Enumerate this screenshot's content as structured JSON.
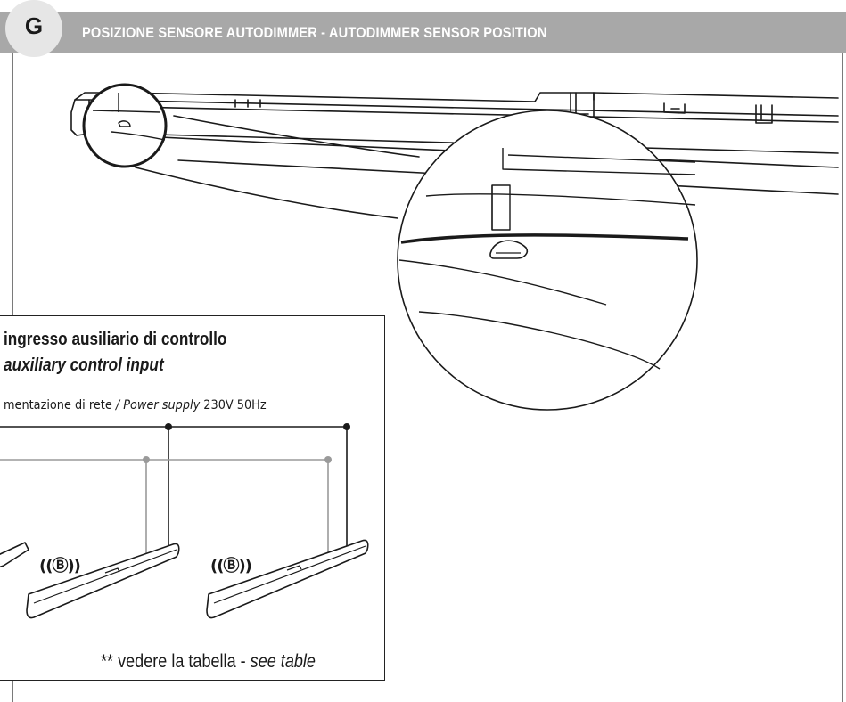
{
  "header": {
    "section_letter": "G",
    "title": "POSIZIONE SENSORE AUTODIMMER - AUTODIMMER SENSOR POSITION"
  },
  "panel": {
    "title_it": "ingresso ausiliario di controllo",
    "title_en": "auxiliary control input",
    "supply_label_it": "mentazione di rete",
    "supply_separator": " / ",
    "supply_label_en": "Power supply",
    "supply_value": " 230V 50Hz",
    "bluetooth_symbol": "((Ⓑ))",
    "footnote_stars": "** ",
    "footnote_it": "vedere la tabella - ",
    "footnote_en": "see table"
  },
  "icons": [
    "bluetooth-icon",
    "luminaire-drawing",
    "magnifier-circle"
  ],
  "colors": {
    "header_bar": "#a8a8a8",
    "badge": "#e6e6e6",
    "line_dark": "#1a1a1a",
    "line_grey": "#9a9a9a"
  }
}
